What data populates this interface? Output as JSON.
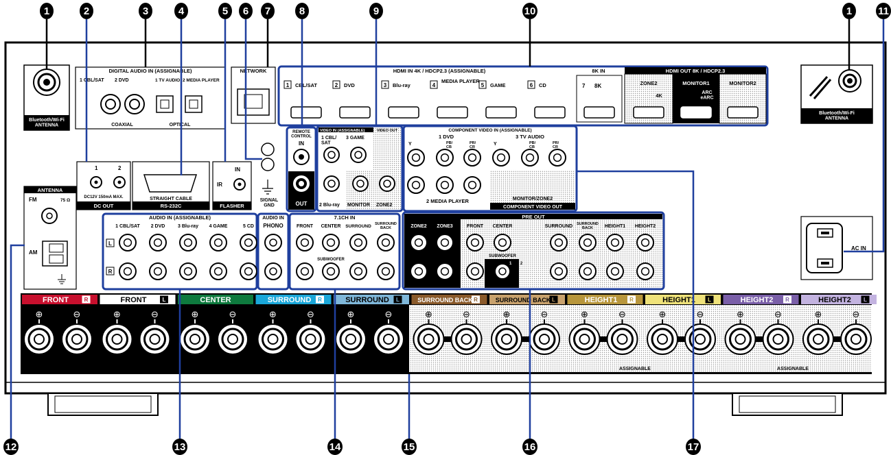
{
  "callouts": [
    {
      "id": "1a",
      "label": "1"
    },
    {
      "id": "2",
      "label": "2"
    },
    {
      "id": "3",
      "label": "3"
    },
    {
      "id": "4",
      "label": "4"
    },
    {
      "id": "5",
      "label": "5"
    },
    {
      "id": "6",
      "label": "6"
    },
    {
      "id": "7",
      "label": "7"
    },
    {
      "id": "8",
      "label": "8"
    },
    {
      "id": "9",
      "label": "9"
    },
    {
      "id": "10",
      "label": "10"
    },
    {
      "id": "1b",
      "label": "1"
    },
    {
      "id": "11",
      "label": "11"
    },
    {
      "id": "12",
      "label": "12"
    },
    {
      "id": "13",
      "label": "13"
    },
    {
      "id": "14",
      "label": "14"
    },
    {
      "id": "15",
      "label": "15"
    },
    {
      "id": "16",
      "label": "16"
    },
    {
      "id": "17",
      "label": "17"
    }
  ],
  "antenna_left": "Bluetooth/Wi-Fi\nANTENNA",
  "antenna_right": "Bluetooth/Wi-Fi\nANTENNA",
  "digital_audio": {
    "title": "DIGITAL AUDIO IN (ASSIGNABLE)",
    "inputs": [
      "1 CBL/SAT",
      "2 DVD",
      "1 TV AUDIO",
      "2 MEDIA PLAYER"
    ],
    "coaxial": "COAXIAL",
    "optical": "OPTICAL"
  },
  "network": "NETWORK",
  "hdmi_in": {
    "title": "HDMI IN   4K / HDCP2.3   (ASSIGNABLE)",
    "ports": [
      {
        "num": "1",
        "name": "CBL/SAT"
      },
      {
        "num": "2",
        "name": "DVD"
      },
      {
        "num": "3",
        "name": "Blu-ray"
      },
      {
        "num": "4",
        "name": "MEDIA PLAYER"
      },
      {
        "num": "5",
        "name": "GAME"
      },
      {
        "num": "6",
        "name": "CD"
      }
    ]
  },
  "hdmi_8k": {
    "title": "8K IN",
    "num": "7",
    "name": "8K"
  },
  "hdmi_out": {
    "title": "HDMI OUT   8K / HDCP2.3",
    "zone2": "ZONE2",
    "zone2_sub": "4K",
    "monitor1": "MONITOR1",
    "monitor1_sub": "ARC\neARC",
    "monitor2": "MONITOR2"
  },
  "dc_out": {
    "nums": [
      "1",
      "2"
    ],
    "spec": "DC12V 150mA MAX.",
    "title": "DC OUT"
  },
  "rs232c": {
    "label": "STRAIGHT CABLE",
    "title": "RS-232C"
  },
  "flasher": {
    "in": "IN",
    "ir": "IR",
    "title": "FLASHER"
  },
  "signal_gnd": "SIGNAL\nGND",
  "remote": {
    "title": "REMOTE\nCONTROL",
    "in": "IN",
    "out": "OUT"
  },
  "video_in": {
    "title": "VIDEO IN (ASSIGNABLE)",
    "out_title": "VIDEO OUT",
    "labels": [
      "1 CBL/\nSAT",
      "3 GAME",
      "2 Blu-ray",
      "MONITOR",
      "ZONE2"
    ]
  },
  "component": {
    "title": "COMPONENT VIDEO IN (ASSIGNABLE)",
    "dvd": "1  DVD",
    "tv": "3  TV AUDIO",
    "y": "Y",
    "pb": "PB/\nCB",
    "pr": "PR/\nCR",
    "media": "2  MEDIA PLAYER",
    "monitor_zone2": "MONITOR/ZONE2",
    "out": "COMPONENT VIDEO OUT"
  },
  "antenna_fm": {
    "title": "ANTENNA",
    "fm": "FM",
    "ohm": "75 Ω",
    "am": "AM"
  },
  "audio_in": {
    "title": "AUDIO IN (ASSIGNABLE)",
    "inputs": [
      "1 CBL/SAT",
      "2 DVD",
      "3 Blu-ray",
      "4 GAME",
      "5 CD"
    ],
    "l": "L",
    "r": "R"
  },
  "phono": {
    "title": "AUDIO IN",
    "label": "PHONO"
  },
  "ch71": {
    "title": "7.1CH IN",
    "labels": [
      "FRONT",
      "CENTER",
      "SURROUND",
      "SURROUND\nBACK"
    ],
    "sub": "SUBWOOFER"
  },
  "preout": {
    "title": "PRE OUT",
    "labels": [
      "ZONE2",
      "ZONE3",
      "FRONT",
      "CENTER",
      "SURROUND",
      "SURROUND\nBACK",
      "HEIGHT1",
      "HEIGHT2"
    ],
    "sub": "SUBWOOFER",
    "sub_nums": [
      "1",
      "2"
    ]
  },
  "ac_in": "AC IN",
  "speakers": {
    "title": "SPEAKERS",
    "assignable": "ASSIGNABLE",
    "channels": [
      {
        "name": "FRONT",
        "side": "R",
        "color": "#c8102e",
        "text": "#ffffff"
      },
      {
        "name": "FRONT",
        "side": "L",
        "color": "#ffffff",
        "text": "#000000"
      },
      {
        "name": "CENTER",
        "side": "",
        "color": "#0e7a3e",
        "text": "#ffffff"
      },
      {
        "name": "SURROUND",
        "side": "R",
        "color": "#1aa7d9",
        "text": "#ffffff"
      },
      {
        "name": "SURROUND",
        "side": "L",
        "color": "#7fb7d9",
        "text": "#000000"
      },
      {
        "name": "SURROUND BACK",
        "side": "R",
        "color": "#8a5a2b",
        "text": "#ffffff"
      },
      {
        "name": "SURROUND BACK",
        "side": "L",
        "color": "#c9a26d",
        "text": "#000000"
      },
      {
        "name": "HEIGHT1",
        "side": "R",
        "color": "#b8963c",
        "text": "#ffffff"
      },
      {
        "name": "HEIGHT1",
        "side": "L",
        "color": "#efe27a",
        "text": "#000000"
      },
      {
        "name": "HEIGHT2",
        "side": "R",
        "color": "#7a5fa8",
        "text": "#ffffff"
      },
      {
        "name": "HEIGHT2",
        "side": "L",
        "color": "#c3b3e0",
        "text": "#000000"
      }
    ]
  },
  "colors": {
    "callout": "#000000",
    "highlight": "#1f3f9e"
  }
}
